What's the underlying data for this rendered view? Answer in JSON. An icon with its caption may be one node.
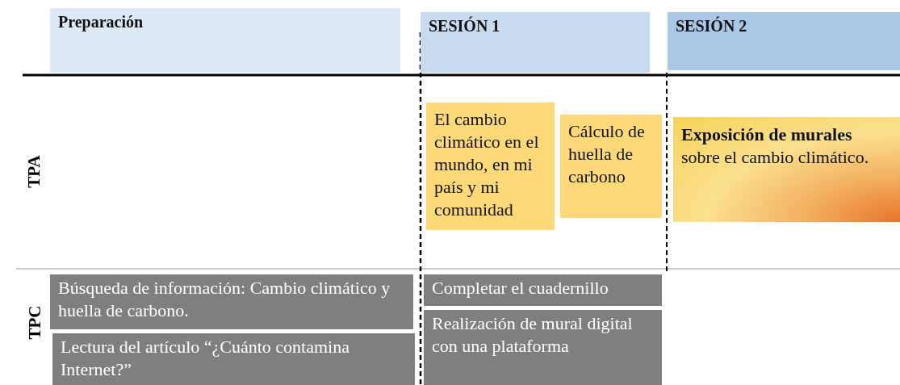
{
  "diagram": {
    "nodes": [
      {
        "text": [
          "Preparación"
        ]
      },
      {
        "text": [
          "SESIÓN 1"
        ]
      },
      {
        "text": [
          "SESIÓN 2"
        ]
      },
      {
        "text": [
          "El cambio climático en el mundo, en mi país y mi comunidad"
        ]
      },
      {
        "text": [
          "Cálculo de huella de carbono"
        ]
      },
      {
        "text": [
          "**Exposición de murales** sobre el cambio climático."
        ]
      },
      {
        "text": [
          "Búsqueda de información: Cambio climático y huella de carbono."
        ]
      },
      {
        "text": [
          "Lectura del artículo “¿Cuánto contamina Internet?”"
        ]
      },
      {
        "text": [
          "Completar el cuadernillo"
        ]
      },
      {
        "text": [
          "Realización de mural digital  con una plataforma"
        ]
      }
    ],
    "labels": [
      "TPA",
      "TPC"
    ]
  }
}
